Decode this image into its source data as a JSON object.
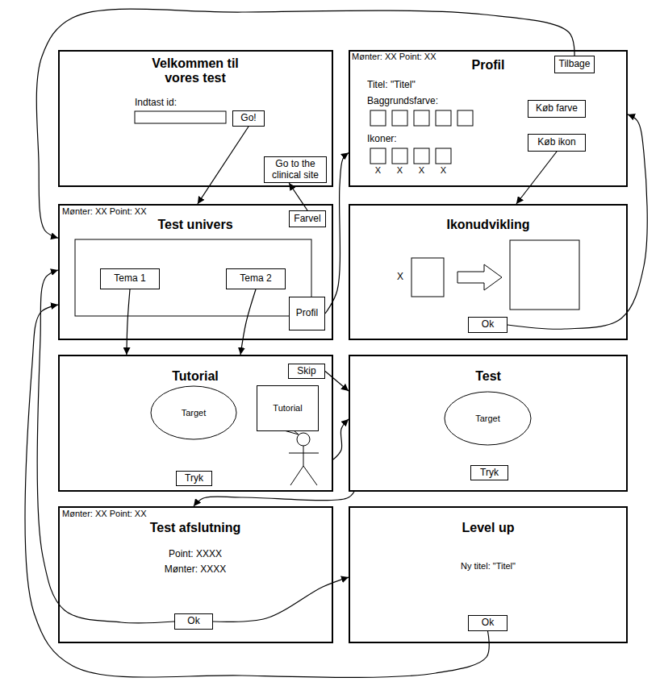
{
  "diagram": {
    "nodes": [
      {
        "text": [
          "Velkommen til vores test",
          "Indtast id:"
        ]
      },
      {
        "text": [
          "Go!"
        ],
        "in": 0
      },
      {
        "text": [
          "Go to the clinical site"
        ],
        "in": 0
      },
      {
        "text": [
          "Profil",
          "Mønter: XX Point: XX",
          "Titel: \"Titel\"",
          "Baggrundsfarve:",
          "Ikoner:",
          "X",
          "X",
          "X",
          "X"
        ]
      },
      {
        "text": [
          "Tilbage"
        ],
        "in": 3
      },
      {
        "text": [
          "Køb farve"
        ],
        "in": 3
      },
      {
        "text": [
          "Køb ikon"
        ],
        "in": 3
      },
      {
        "text": [
          "Test univers",
          "Mønter: XX Point: XX"
        ]
      },
      {
        "text": [
          "Farvel"
        ],
        "in": 7
      },
      {
        "text": [
          "Tema 1"
        ],
        "in": 7
      },
      {
        "text": [
          "Tema 2"
        ],
        "in": 7
      },
      {
        "text": [
          "Profil"
        ],
        "in": 7
      },
      {
        "text": [
          "Ikonudvikling",
          "X"
        ]
      },
      {
        "text": [
          "Ok"
        ],
        "in": 12
      },
      {
        "text": [
          "Tutorial"
        ]
      },
      {
        "text": [
          "Target"
        ],
        "in": 14
      },
      {
        "text": [
          "Tryk"
        ],
        "in": 14
      },
      {
        "text": [
          "Skip"
        ],
        "in": 14
      },
      {
        "text": [
          "Tutorial"
        ],
        "in": 14
      },
      {
        "text": [
          "Test"
        ]
      },
      {
        "text": [
          "Target"
        ],
        "in": 19
      },
      {
        "text": [
          "Tryk"
        ],
        "in": 19
      },
      {
        "text": [
          "Test afslutning",
          "Mønter: XX Point: XX",
          "Point: XXXX",
          "Mønter: XXXX"
        ]
      },
      {
        "text": [
          "Ok"
        ],
        "in": 22
      },
      {
        "text": [
          "Level up",
          "Ny titel: \"Titel\""
        ]
      },
      {
        "text": [
          "Ok"
        ],
        "in": 24
      }
    ],
    "edges": [
      {
        "from": 1,
        "to": 7,
        "arrow": "to"
      },
      {
        "from": 8,
        "to": 2,
        "arrow": "to"
      },
      {
        "from": 4,
        "to": 7,
        "arrow": "to"
      },
      {
        "from": 11,
        "to": 3,
        "arrow": "to"
      },
      {
        "from": 6,
        "to": 12,
        "arrow": "to"
      },
      {
        "from": 13,
        "to": 3,
        "arrow": "to"
      },
      {
        "from": 9,
        "to": 14,
        "arrow": "to"
      },
      {
        "from": 10,
        "to": 14,
        "arrow": "to"
      },
      {
        "from": 17,
        "to": 19,
        "arrow": "to"
      },
      {
        "from": 14,
        "to": 19,
        "arrow": "to"
      },
      {
        "from": 19,
        "to": 22,
        "arrow": "to"
      },
      {
        "from": 23,
        "to": 7,
        "arrow": "to"
      },
      {
        "from": 23,
        "to": 24,
        "arrow": "to"
      },
      {
        "from": 25,
        "to": 7,
        "arrow": "to"
      }
    ]
  }
}
